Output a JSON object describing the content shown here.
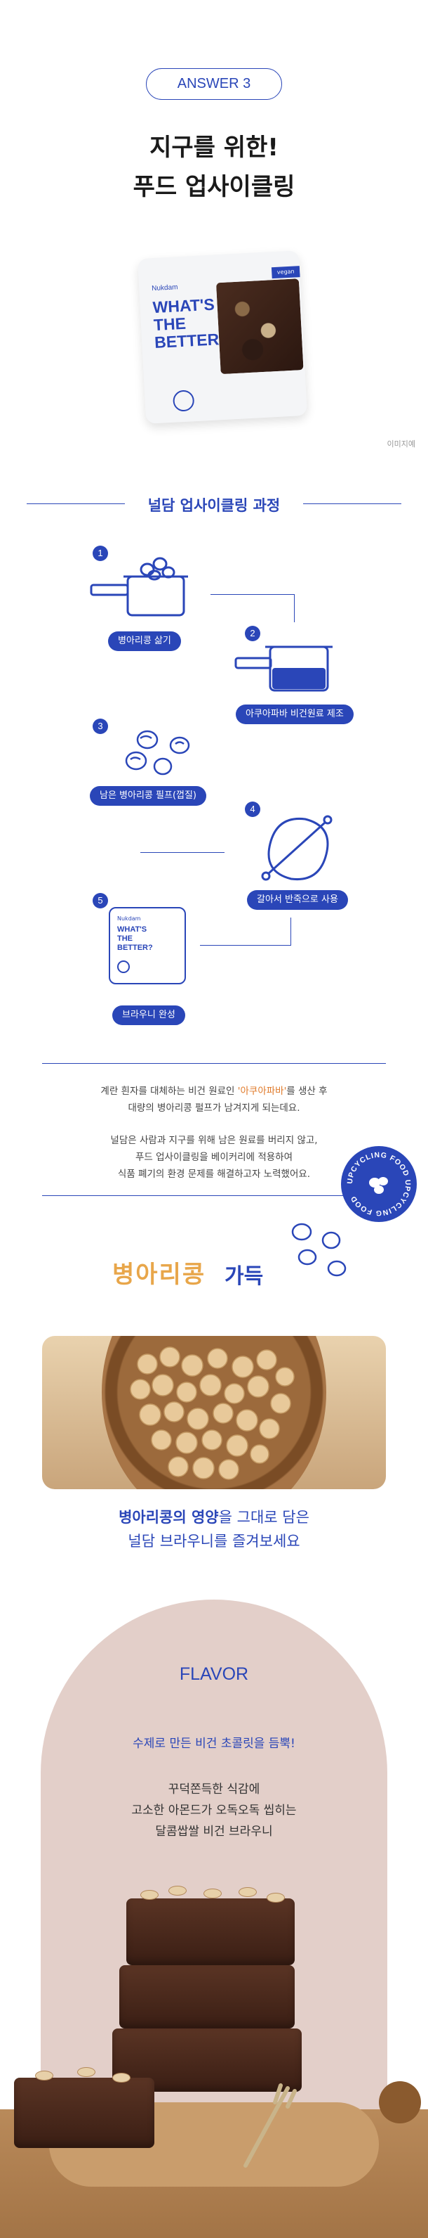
{
  "answer_badge": "ANSWER 3",
  "headline": [
    "지구를 위한!",
    "푸드 업사이클링"
  ],
  "product": {
    "brand": "Nukdam",
    "lines": [
      "WHAT'S",
      "THE",
      "BETTER?"
    ],
    "tag": "vegan"
  },
  "image_caption": "이미지예",
  "process": {
    "title": "널담 업사이클링 과정",
    "steps": [
      {
        "num": "1",
        "label": "병아리콩 삶기"
      },
      {
        "num": "2",
        "label": "아쿠아파바 비건원료 제조"
      },
      {
        "num": "3",
        "label": "남은 병아리콩 필프(껍질)"
      },
      {
        "num": "4",
        "label": "갈아서 반죽으로 사용"
      },
      {
        "num": "5",
        "label": "브라우니 완성"
      }
    ],
    "pack_brand": "Nukdam",
    "pack_lines": [
      "WHAT'S",
      "THE",
      "BETTER?"
    ]
  },
  "description": {
    "p1_a": "계란 흰자를 대체하는 비건 원료인 ",
    "p1_hl": "'아쿠아파바'",
    "p1_b": "를 생산 후",
    "p1_c": "대량의 병아리콩 펄프가 남겨지게 되는데요.",
    "p2_a": "널담은 사람과 지구를 위해 남은 원료를 버리지 않고,",
    "p2_b": "푸드 업사이클링을 베이커리에 적용하여",
    "p2_c": "식품 폐기의 환경 문제를 해결하고자 노력했어요."
  },
  "stamp": "UPCYCLING FOOD UPCYCLING FOOD",
  "chickpea": {
    "title_a": "병아리콩",
    "title_b": "가득",
    "line1_bold": "병아리콩의 영양",
    "line1_rest": "을 그대로 담은",
    "line2": "널담 브라우니를 즐겨보세요"
  },
  "flavor": {
    "title": "FLAVOR",
    "subtitle": "수제로 만든 비건 초콜릿을 듬뿍!",
    "desc": [
      "꾸덕쫀득한 식감에",
      "고소한 아몬드가 오독오독 씹히는",
      "달콤쌉쌀 비건 브라우니"
    ]
  },
  "colors": {
    "brand_blue": "#2a46b8",
    "highlight_orange": "#e07a2a",
    "flavor_bg": "#e3cfc9"
  }
}
